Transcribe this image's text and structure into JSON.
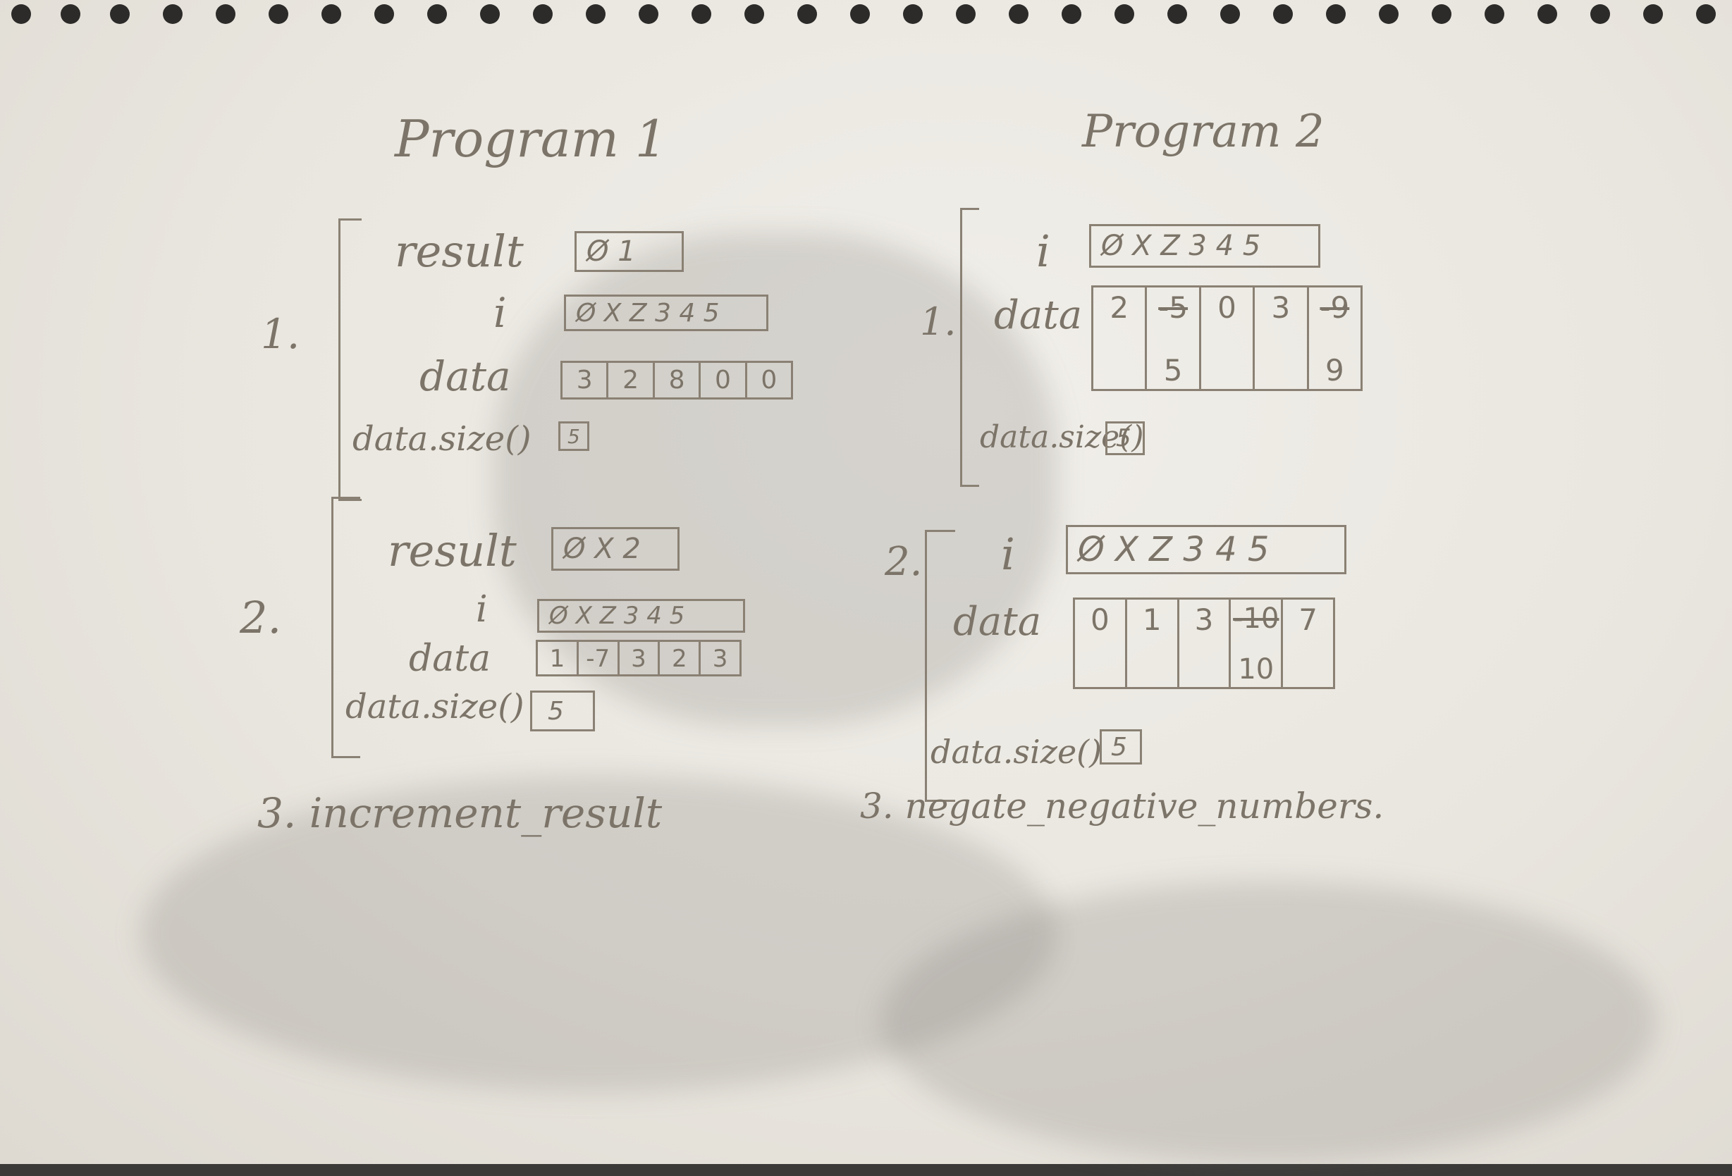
{
  "program1": {
    "title": "Program 1",
    "step1": {
      "label": "1.",
      "result_label": "result",
      "result_value": "Ø 1",
      "i_label": "i",
      "i_value": "Ø X Z 3 4 5",
      "data_label": "data",
      "data_cells": [
        "3",
        "2",
        "8",
        "0",
        "0"
      ],
      "size_label": "data.size()",
      "size_value": "5"
    },
    "step2": {
      "label": "2.",
      "result_label": "result",
      "result_value": "Ø X 2",
      "i_label": "i",
      "i_value": "Ø X Z 3 4 5",
      "data_label": "data",
      "data_cells": [
        "1",
        "-7",
        "3",
        "2",
        "3"
      ],
      "size_label": "data.size()",
      "size_value": "5"
    },
    "step3": "3. increment_result"
  },
  "program2": {
    "title": "Program 2",
    "step1": {
      "label": "1.",
      "i_label": "i",
      "i_value": "Ø X Z 3 4 5",
      "data_label": "data",
      "data_cells": [
        {
          "top": "2",
          "bottom": ""
        },
        {
          "top": "-5",
          "bottom": "5"
        },
        {
          "top": "0",
          "bottom": ""
        },
        {
          "top": "3",
          "bottom": ""
        },
        {
          "top": "-9",
          "bottom": "9"
        }
      ],
      "size_label": "data.size()",
      "size_value": "5"
    },
    "step2": {
      "label": "2.",
      "i_label": "i",
      "i_value": "Ø X Z 3 4 5",
      "data_label": "data",
      "data_cells": [
        {
          "top": "0",
          "bottom": ""
        },
        {
          "top": "1",
          "bottom": ""
        },
        {
          "top": "3",
          "bottom": ""
        },
        {
          "top": "-10",
          "bottom": "10"
        },
        {
          "top": "7",
          "bottom": ""
        }
      ],
      "size_label": "data.size()",
      "size_value": "5"
    },
    "step3": "3. negate_negative_numbers."
  }
}
